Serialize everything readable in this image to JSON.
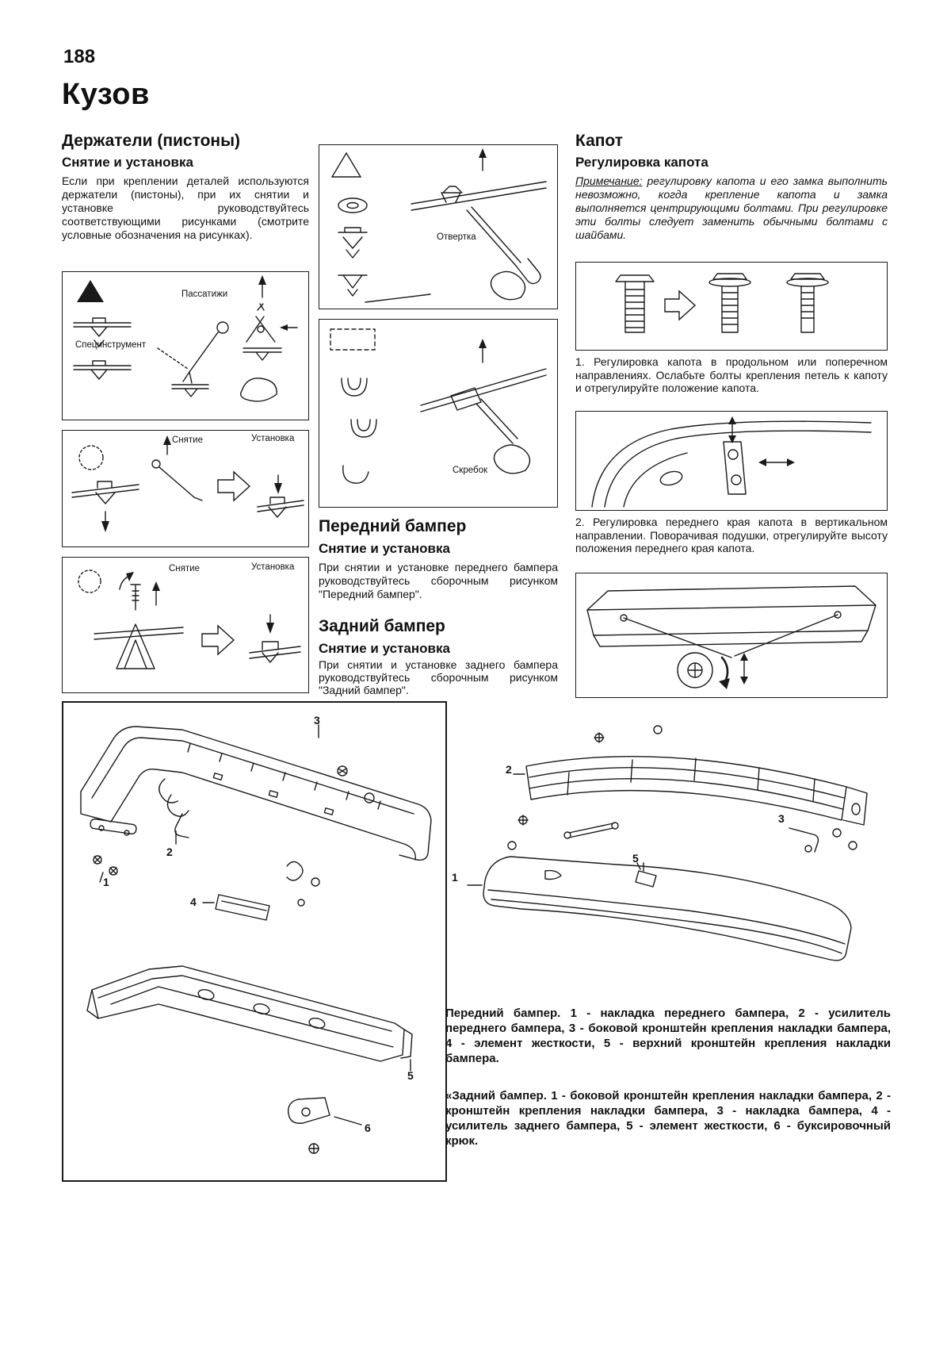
{
  "page": {
    "number": "188",
    "title": "Кузов"
  },
  "holders": {
    "heading": "Держатели (пистоны)",
    "subheading": "Снятие и установка",
    "body": "Если при креплении деталей используются держатели (пистоны), при их снятии и установке руководствуйтесь соответствующими рисунками (смотрите условные обозначения на рисунках).",
    "fig_tool": {
      "label_tool": "Специнструмент",
      "label_pliers": "Пассатижи"
    },
    "fig_pry": {
      "label_remove": "Снятие",
      "label_install": "Установка"
    },
    "fig_screw": {
      "label_remove": "Снятие",
      "label_install": "Установка"
    },
    "fig_driver": {
      "label": "Отвертка"
    },
    "fig_scraper": {
      "label": "Скребок"
    }
  },
  "hood": {
    "heading": "Капот",
    "subheading": "Регулировка капота",
    "note_label": "Примечание:",
    "note_body": "регулировку капота и его замка выполнить невозможно, когда крепление капота и замка выполняется центрирующими болтами. При регулировке эти болты следует заменить обычными болтами с шайбами.",
    "step1": "1. Регулировка капота в продольном или поперечном направлениях. Ослабьте болты крепления петель к капоту и отрегулируйте положение капота.",
    "step2": "2. Регулировка переднего края капота в вертикальном направлении. Поворачивая подушки, отрегулируйте высоту положения переднего края капота."
  },
  "front_bumper": {
    "heading": "Передний бампер",
    "subheading": "Снятие и установка",
    "body": "При снятии и установке переднего бампера руководствуйтесь сборочным рисунком \"Передний бампер\"."
  },
  "rear_bumper": {
    "heading": "Задний бампер",
    "subheading": "Снятие и установка",
    "body": "При снятии и установке заднего бампера руководствуйтесь сборочным рисунком \"Задний бампер\"."
  },
  "diagrams": {
    "rear": {
      "callouts": [
        "1",
        "2",
        "3",
        "4",
        "5",
        "6"
      ]
    },
    "front": {
      "callouts": [
        "1",
        "2",
        "3",
        "5"
      ]
    },
    "caption_front": "Передний бампер. 1 - накладка переднего бампера, 2 - усилитель переднего бампера, 3 - боковой кронштейн крепления накладки бампера, 4 - элемент жесткости, 5 - верхний кронштейн крепления накладки бампера.",
    "caption_rear": "«Задний бампер. 1 - боковой кронштейн крепления накладки бампера, 2 - кронштейн крепления накладки бампера, 3 - накладка бампера, 4 - усилитель заднего бампера, 5 - элемент жесткости, 6 - буксировочный крюк."
  }
}
